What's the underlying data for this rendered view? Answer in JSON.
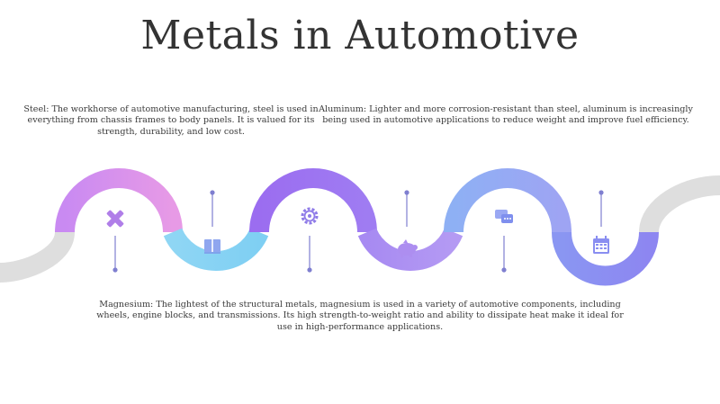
{
  "title": "Metals in Automotive",
  "descriptions": {
    "steel": "Steel: The workhorse of automotive manufacturing, steel is used in everything from chassis frames to body panels. It is valued for its strength, durability, and low cost.",
    "aluminum": "Aluminum: Lighter and more corrosion-resistant than steel, aluminum is increasingly being used in automotive applications to reduce weight and improve fuel efficiency.",
    "magnesium": "Magnesium: The lightest of the structural metals, magnesium is used in a variety of automotive components, including wheels, engine blocks, and transmissions. Its high strength-to-weight ratio and ability to dissipate heat make it ideal for use in high-performance applications."
  },
  "colors": {
    "segment_1": "#d88cf0",
    "segment_2": "#8fd8f3",
    "segment_3": "#a57af0",
    "segment_4": "#b98ff2",
    "segment_5": "#93a4f3",
    "segment_6": "#8e8ff3",
    "end_segments": "#dedede",
    "connector": "#7f7fd0",
    "icon": "#9a86ee"
  },
  "icons": [
    "cross-tools-icon",
    "book-icon",
    "gear-icon",
    "piggy-bank-icon",
    "chat-icon",
    "calendar-icon"
  ]
}
